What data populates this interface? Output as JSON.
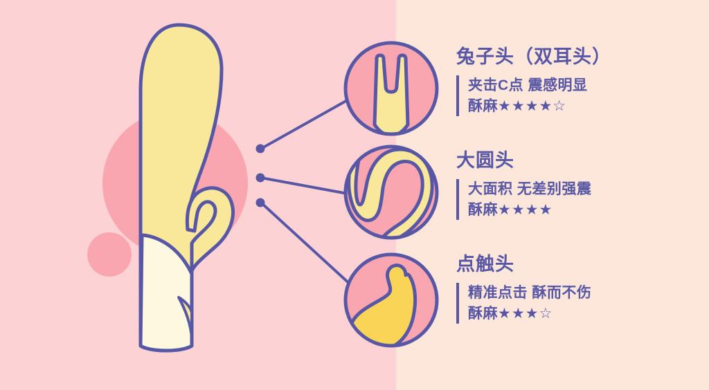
{
  "palette": {
    "bg_left": "#fdd2d4",
    "bg_right": "#fde6da",
    "blob_pink": "#f9a6b0",
    "outline": "#5757a6",
    "body_yellow": "#fae89a",
    "body_cream": "#fdf8e0",
    "accent_yellow": "#f9d457",
    "circle_fill": "#f9a6b0",
    "text": "#5757a6"
  },
  "blocks": [
    {
      "title": "兔子头（双耳头）",
      "line1": "夹击C点  震感明显",
      "rating_label": "酥麻",
      "stars_filled": 4,
      "stars_empty": 1,
      "stars_text": "★★★★☆"
    },
    {
      "title": "大圆头",
      "line1": "大面积  无差别强震",
      "rating_label": "酥麻",
      "stars_filled": 4,
      "stars_empty": 0,
      "stars_text": "★★★★"
    },
    {
      "title": "点触头",
      "line1": "精准点击  酥而不伤",
      "rating_label": "酥麻",
      "stars_filled": 3,
      "stars_empty": 1,
      "stars_text": "★★★☆"
    }
  ],
  "diagram": {
    "product_label": "rabbit-vibrator-illustration",
    "callout_count": 3,
    "circle_labels": [
      "rabbit-ears-head-detail",
      "round-head-detail",
      "point-head-detail"
    ]
  }
}
